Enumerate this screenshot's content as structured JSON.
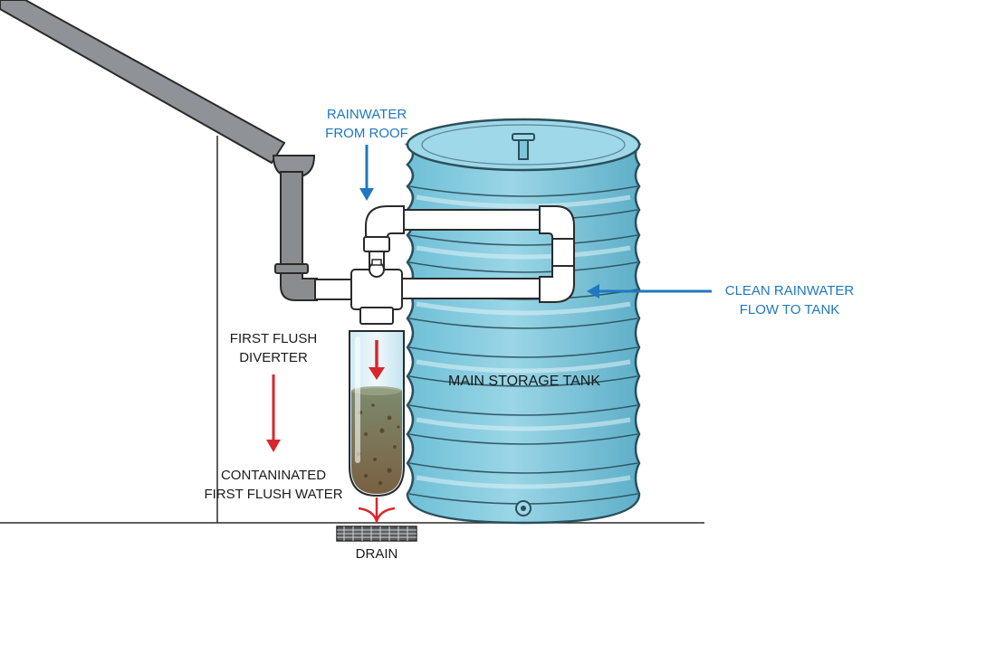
{
  "labels": {
    "rainwater": [
      "RAINWATER",
      "FROM ROOF"
    ],
    "clean": [
      "CLEAN RAINWATER",
      "FLOW TO TANK"
    ],
    "diverter": [
      "FIRST FLUSH",
      "DIVERTER"
    ],
    "contaminated": [
      "CONTANINATED",
      "FIRST FLUSH WATER"
    ],
    "tank": "MAIN STORAGE TANK",
    "drain": "DRAIN"
  },
  "colors": {
    "tank_light": "#8ed0e1",
    "tank_band": "#5fb3cc",
    "tank_outline": "#2b4f5c",
    "pipe_white": "#ffffff",
    "pipe_gray": "#8a8d90",
    "arrow_blue": "#1f78c1",
    "arrow_red": "#d9262c",
    "sludge": "#8a7652"
  },
  "icons": [
    "tank-lid-knob-icon",
    "drain-grate-icon",
    "down-arrow-icon",
    "left-arrow-icon"
  ]
}
